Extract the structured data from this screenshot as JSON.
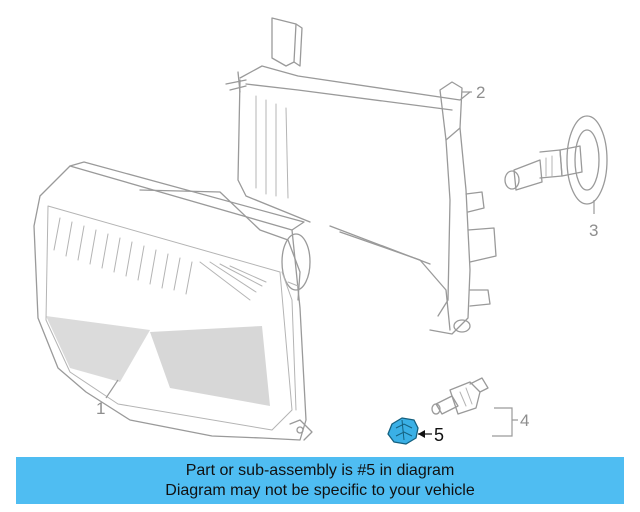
{
  "diagram": {
    "callouts": {
      "c1": "1",
      "c2": "2",
      "c3": "3",
      "c4": "4",
      "c5": "5"
    },
    "highlight_color": "#3ab0e6"
  },
  "banner": {
    "line1": "Part or sub-assembly is #5 in diagram",
    "line2": "Diagram may not be specific to your vehicle",
    "background": "#4fbdf2"
  }
}
